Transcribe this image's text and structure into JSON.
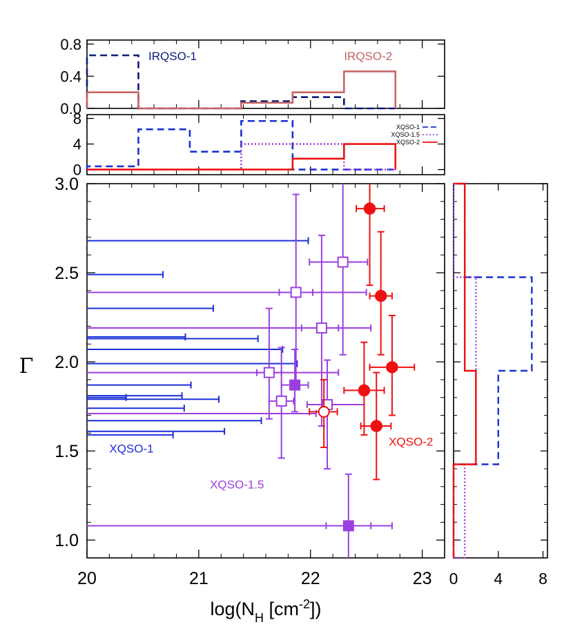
{
  "colors": {
    "xqso1": "#1a2fd6",
    "xqso15": "#9b3fe0",
    "xqso2": "#ee1111",
    "irqso1": "#0a1a78",
    "irqso2": "#c86464"
  },
  "chart_data": [
    {
      "id": "main",
      "type": "scatter",
      "xlabel": "log(N",
      "xlabel_sub": "H",
      "xlabel_mid": " [cm",
      "xlabel_sup": "-2",
      "xlabel_end": "])",
      "ylabel": "Γ",
      "xlim": [
        20,
        23.2
      ],
      "ylim": [
        0.9,
        3.0
      ],
      "xticks": [
        20,
        21,
        22,
        23
      ],
      "xtick_labels": [
        "20",
        "21",
        "22",
        "23"
      ],
      "yticks": [
        1.0,
        1.5,
        2.0,
        2.5,
        3.0
      ],
      "ytick_labels": [
        "1.0",
        "1.5",
        "2.0",
        "2.5",
        "3.0"
      ],
      "annotations": [
        {
          "text": "XQSO-1",
          "x": 20.2,
          "y": 1.49,
          "color_key": "xqso1"
        },
        {
          "text": "XQSO-1.5",
          "x": 21.1,
          "y": 1.29,
          "color_key": "xqso15"
        },
        {
          "text": "XQSO-2",
          "x": 22.7,
          "y": 1.53,
          "color_key": "xqso2"
        }
      ],
      "upper_limits": [
        {
          "group": "xqso1",
          "y": 2.68,
          "xmax": 21.98
        },
        {
          "group": "xqso1",
          "y": 2.49,
          "xmax": 20.68
        },
        {
          "group": "xqso1",
          "y": 2.3,
          "xmax": 21.13
        },
        {
          "group": "xqso1",
          "y": 2.14,
          "xmax": 20.88
        },
        {
          "group": "xqso1",
          "y": 2.13,
          "xmax": 21.53
        },
        {
          "group": "xqso1",
          "y": 2.07,
          "xmax": 21.75
        },
        {
          "group": "xqso1",
          "y": 1.99,
          "xmax": 21.88
        },
        {
          "group": "xqso1",
          "y": 1.87,
          "xmax": 20.93
        },
        {
          "group": "xqso1",
          "y": 1.81,
          "xmax": 20.85
        },
        {
          "group": "xqso1",
          "y": 1.8,
          "xmax": 20.35
        },
        {
          "group": "xqso1",
          "y": 1.79,
          "xmax": 21.18
        },
        {
          "group": "xqso1",
          "y": 1.74,
          "xmax": 20.87
        },
        {
          "group": "xqso1",
          "y": 1.67,
          "xmax": 21.56
        },
        {
          "group": "xqso1",
          "y": 1.61,
          "xmax": 21.23
        },
        {
          "group": "xqso1",
          "y": 1.59,
          "xmax": 20.77
        },
        {
          "group": "xqso15",
          "y": 2.39,
          "xmax": 22.5
        },
        {
          "group": "xqso15",
          "y": 2.19,
          "xmax": 22.54
        },
        {
          "group": "xqso15",
          "y": 1.94,
          "xmax": 22.25
        },
        {
          "group": "xqso15",
          "y": 1.71,
          "xmax": 22.05
        },
        {
          "group": "xqso15",
          "y": 1.08,
          "xmax": 22.73
        }
      ],
      "points": [
        {
          "group": "xqso15",
          "marker": "open-square",
          "x": 21.87,
          "y": 2.39,
          "xerr": [
            0.15,
            0.15
          ],
          "yerr": [
            0.5,
            0.55
          ]
        },
        {
          "group": "xqso15",
          "marker": "open-square",
          "x": 22.1,
          "y": 2.19,
          "xerr": [
            0.18,
            0.15
          ],
          "yerr": [
            0.55,
            0.52
          ]
        },
        {
          "group": "xqso15",
          "marker": "open-square",
          "x": 22.29,
          "y": 2.56,
          "xerr": [
            0.3,
            0.22
          ],
          "yerr": [
            0.52,
            0.5
          ]
        },
        {
          "group": "xqso15",
          "marker": "open-square",
          "x": 21.63,
          "y": 1.94,
          "xerr": [
            0.11,
            0.11
          ],
          "yerr": [
            0.26,
            0.36
          ]
        },
        {
          "group": "xqso15",
          "marker": "open-square",
          "x": 21.74,
          "y": 1.78,
          "xerr": [
            0.11,
            0.11
          ],
          "yerr": [
            0.32,
            0.3
          ]
        },
        {
          "group": "xqso15",
          "marker": "open-square",
          "x": 22.15,
          "y": 1.76,
          "xerr": [
            0.18,
            0.33
          ],
          "yerr": [
            0.36,
            0.25
          ]
        },
        {
          "group": "xqso15",
          "marker": "filled-square",
          "x": 21.86,
          "y": 1.87,
          "xerr": [
            0.12,
            0.12
          ],
          "yerr": [
            0.15,
            0.2
          ]
        },
        {
          "group": "xqso15",
          "marker": "filled-square",
          "x": 22.34,
          "y": 1.08,
          "xerr": [
            0.2,
            0.2
          ],
          "yerr": [
            0.38,
            0.29
          ]
        },
        {
          "group": "xqso2",
          "marker": "filled-circle",
          "x": 22.53,
          "y": 2.86,
          "xerr": [
            0.12,
            0.13
          ],
          "yerr": [
            0.43,
            0.25
          ]
        },
        {
          "group": "xqso2",
          "marker": "filled-circle",
          "x": 22.63,
          "y": 2.37,
          "xerr": [
            0.1,
            0.1
          ],
          "yerr": [
            0.33,
            0.36
          ]
        },
        {
          "group": "xqso2",
          "marker": "filled-circle",
          "x": 22.73,
          "y": 1.97,
          "xerr": [
            0.2,
            0.2
          ],
          "yerr": [
            0.27,
            0.29
          ]
        },
        {
          "group": "xqso2",
          "marker": "filled-circle",
          "x": 22.48,
          "y": 1.84,
          "xerr": [
            0.18,
            0.18
          ],
          "yerr": [
            0.25,
            0.27
          ]
        },
        {
          "group": "xqso2",
          "marker": "filled-circle",
          "x": 22.59,
          "y": 1.64,
          "xerr": [
            0.14,
            0.13
          ],
          "yerr": [
            0.3,
            0.3
          ]
        },
        {
          "group": "xqso2",
          "marker": "open-circle",
          "x": 22.12,
          "y": 1.72,
          "xerr": [
            0.13,
            0.12
          ],
          "yerr": [
            0.2,
            0.18
          ]
        }
      ]
    },
    {
      "id": "top-ir",
      "type": "step-histogram",
      "ylim": [
        0.0,
        0.85
      ],
      "yticks": [
        0.0,
        0.4,
        0.8
      ],
      "ytick_labels": [
        "0.0",
        "0.4",
        "0.8"
      ],
      "bin_edges": [
        20.0,
        20.46,
        20.92,
        21.38,
        21.84,
        22.3,
        22.76
      ],
      "annotations": [
        {
          "text": "IRQSO-1",
          "x": 20.55,
          "y": 0.6,
          "color_key": "irqso1"
        },
        {
          "text": "IRQSO-2",
          "x": 22.3,
          "y": 0.6,
          "color_key": "irqso2"
        }
      ],
      "series": [
        {
          "key": "irqso1",
          "style": "dashed",
          "values": [
            0.66,
            0.0,
            0.0,
            0.09,
            0.14,
            0.0
          ]
        },
        {
          "key": "irqso2",
          "style": "solid",
          "values": [
            0.2,
            0.0,
            0.0,
            0.07,
            0.2,
            0.46
          ]
        }
      ]
    },
    {
      "id": "top-x",
      "type": "step-histogram",
      "ylim": [
        -0.8,
        8.6
      ],
      "yticks": [
        0,
        4,
        8
      ],
      "ytick_labels": [
        "0",
        "4",
        "8"
      ],
      "bin_edges": [
        20.0,
        20.46,
        20.92,
        21.38,
        21.84,
        22.3,
        22.76
      ],
      "legend": {
        "position": "top-right",
        "entries": [
          {
            "label": "XQSO-1",
            "key": "xqso1",
            "style": "dashed"
          },
          {
            "label": "XQSO-1.5",
            "key": "xqso15",
            "style": "dotted"
          },
          {
            "label": "XQSO-2",
            "key": "xqso2",
            "style": "solid"
          }
        ]
      },
      "series": [
        {
          "key": "xqso1",
          "style": "dashed",
          "values": [
            0.5,
            6.3,
            2.8,
            7.6,
            0.0,
            0.0
          ]
        },
        {
          "key": "xqso15",
          "style": "dotted",
          "values": [
            0.0,
            0.0,
            0.0,
            4.0,
            4.0,
            0.0
          ]
        },
        {
          "key": "xqso2",
          "style": "solid",
          "values": [
            0.0,
            0.0,
            0.0,
            0.0,
            1.7,
            4.0
          ]
        }
      ]
    },
    {
      "id": "right-x",
      "type": "step-histogram-horizontal",
      "xlim": [
        0,
        8.4
      ],
      "xticks": [
        0,
        4,
        8
      ],
      "xtick_labels": [
        "0",
        "4",
        "8"
      ],
      "bin_edges": [
        0.9,
        1.425,
        1.95,
        2.475,
        3.0
      ],
      "series": [
        {
          "key": "xqso1",
          "style": "dashed",
          "values": [
            0.0,
            4.0,
            7.0,
            1.0
          ]
        },
        {
          "key": "xqso15",
          "style": "dotted",
          "values": [
            1.0,
            2.0,
            2.0,
            0.0
          ]
        },
        {
          "key": "xqso2",
          "style": "solid",
          "values": [
            0.0,
            2.0,
            1.0,
            1.0
          ]
        }
      ]
    }
  ]
}
